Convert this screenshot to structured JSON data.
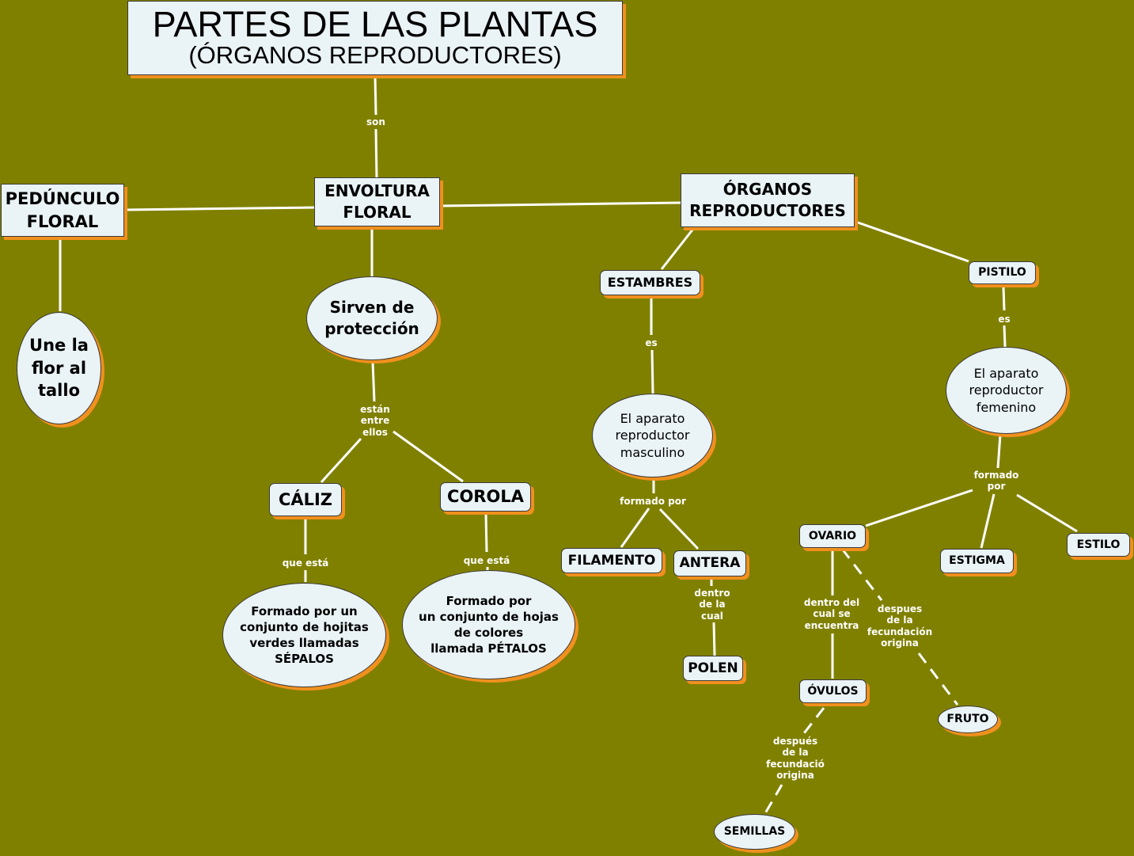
{
  "title": {
    "line1": "PARTES DE LAS PLANTAS",
    "line2": "(ÓRGANOS REPRODUCTORES)"
  },
  "nodes": {
    "pedunculo": "PEDÚNCULO\nFLORAL",
    "envoltura": "ENVOLTURA\nFLORAL",
    "organos": "ÓRGANOS\nREPRODUCTORES",
    "une": "Une la\nflor al\ntallo",
    "sirven": "Sirven de\nprotección",
    "caliz": "CÁLIZ",
    "corola": "COROLA",
    "sepalos": "Formado por un\nconjunto de hojitas\nverdes llamadas\nSÉPALOS",
    "petalos": "Formado por\nun conjunto de hojas\nde colores\nllamada PÉTALOS",
    "estambres": "ESTAMBRES",
    "masculino": "El aparato\nreproductor\nmasculino",
    "filamento": "FILAMENTO",
    "antera": "ANTERA",
    "polen": "POLEN",
    "pistilo": "PISTILO",
    "femenino": "El aparato\nreproductor\nfemenino",
    "ovario": "OVARIO",
    "estigma": "ESTIGMA",
    "estilo": "ESTILO",
    "ovulos": "ÓVULOS",
    "fruto": "FRUTO",
    "semillas": "SEMILLAS"
  },
  "links": {
    "son": "son",
    "estan": "están\nentre\nellos",
    "que_esta_1": "que está",
    "que_esta_2": "que está",
    "es_1": "es",
    "formado_por_1": "formado por",
    "dentro_cual": "dentro\nde la\ncual",
    "es_2": "es",
    "formado_por_2": "formado\npor",
    "dentro_encuentra": "dentro del\ncual se\nencuentra",
    "despues_fruto": "despues\nde la\nfecundación\norigina",
    "despues_semillas": "después\nde la\nfecundació\norigina"
  },
  "colors": {
    "background": "#808000",
    "node_fill": "#eaf3f6",
    "node_shadow": "#f0901e",
    "line": "#ffffff"
  }
}
